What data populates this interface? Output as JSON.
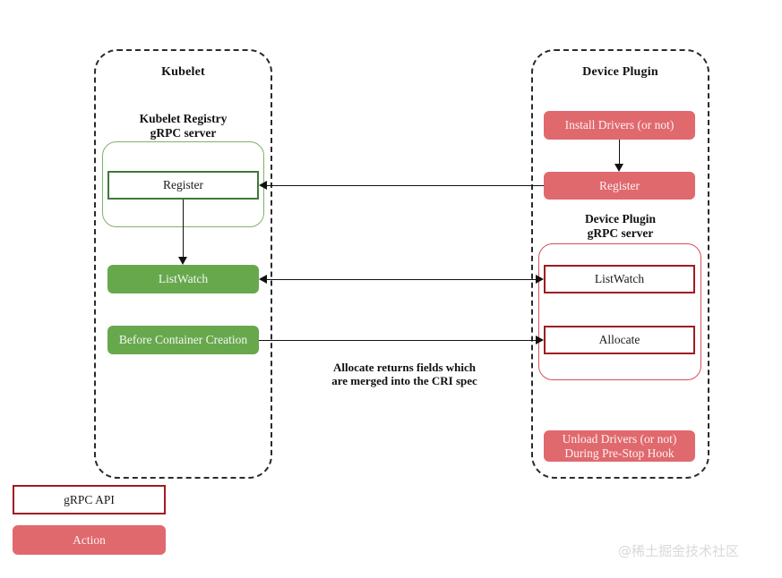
{
  "diagram": {
    "lanes": [
      {
        "title": "Kubelet"
      },
      {
        "title": "Device Plugin"
      }
    ],
    "kubelet": {
      "registry_caption_line1": "Kubelet Registry",
      "registry_caption_line2": "gRPC server",
      "register_label": "Register",
      "listwatch_label": "ListWatch",
      "before_container_creation_label": "Before Container Creation"
    },
    "device_plugin": {
      "install_drivers_label": "Install Drivers (or not)",
      "register_label": "Register",
      "grpc_caption_line1": "Device Plugin",
      "grpc_caption_line2": "gRPC server",
      "listwatch_label": "ListWatch",
      "allocate_label": "Allocate",
      "unload_drivers_line1": "Unload Drivers (or not)",
      "unload_drivers_line2": "During Pre-Stop Hook"
    },
    "annotation": {
      "line1": "Allocate returns fields which",
      "line2": "are merged into the CRI spec"
    },
    "legend": {
      "grpc_api_label": "gRPC API",
      "action_label": "Action"
    },
    "watermark": "@稀土掘金技术社区",
    "colors": {
      "green_fill": "#67a84d",
      "green_border": "#3f7a36",
      "green_group_border": "#7cb26a",
      "red_fill": "#e0696e",
      "red_border": "#a01b22",
      "red_group_border": "#d4515a",
      "lane_border": "#2b2b2b",
      "connector": "#111111",
      "watermark": "#d9d9d9"
    }
  }
}
